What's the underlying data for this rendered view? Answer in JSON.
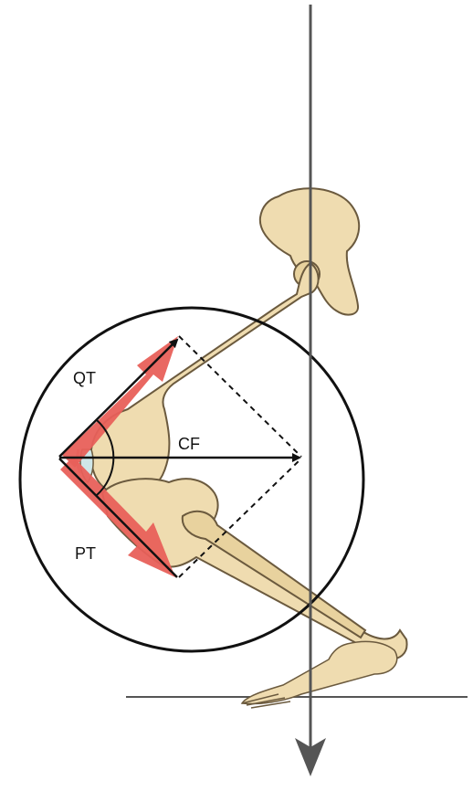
{
  "diagram": {
    "labels": {
      "qt": "QT",
      "cf": "CF",
      "pt": "PT"
    },
    "colors": {
      "bone_fill": "#efdcb0",
      "bone_outline": "#6b5a3e",
      "force_arrow": "#e8605a",
      "vector_line": "#111111",
      "gravity_line": "#555555",
      "cartilage": "#cfe6e8"
    }
  }
}
